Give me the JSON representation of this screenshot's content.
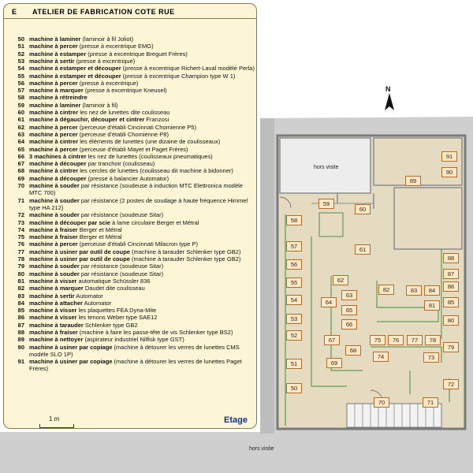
{
  "legend": {
    "header_letter": "E",
    "title": "ATELIER DE FABRICATION COTE RUE",
    "scale": "1 m",
    "floor_label": "Etage",
    "items": [
      {
        "num": "50",
        "bold": "machine à laminer",
        "rest": " (laminoir à fil Joliot)"
      },
      {
        "num": "51",
        "bold": "machine à percer",
        "rest": " (presse à excentrique EMG)"
      },
      {
        "num": "52",
        "bold": "machine à estamper",
        "rest": " (presse à excentrique Breguet Frères)"
      },
      {
        "num": "53",
        "bold": "machine à sertir",
        "rest": " (presse à excentrique)"
      },
      {
        "num": "54",
        "bold": "machine à estamper et découper",
        "rest": " (presse à excentrique Richert-Laval modèle Perla)"
      },
      {
        "num": "55",
        "bold": "machine à estamper et découper",
        "rest": " (presse à excentrique Champion type W 1)"
      },
      {
        "num": "56",
        "bold": "machine à percer",
        "rest": " (presse à excentrique)"
      },
      {
        "num": "57",
        "bold": "machine à marquer",
        "rest": " (presse à excentrique Kneusel)"
      },
      {
        "num": "58",
        "bold": "machine à rétreindre",
        "rest": ""
      },
      {
        "num": "59",
        "bold": "machine à laminer",
        "rest": " (laminoir à fil)"
      },
      {
        "num": "60",
        "bold": "machine à cintrer",
        "rest": " les nez de lunettes dite coulisseau"
      },
      {
        "num": "61",
        "bold": "machine à dégauchir, découper et cintrer",
        "rest": " Franzosi"
      },
      {
        "num": "62",
        "bold": "machine à percer",
        "rest": " (perceuse d'établi Cincinnati Chomienne P5)"
      },
      {
        "num": "63",
        "bold": "machine à percer",
        "rest": " (perceuse d'établi Chomienne P8)"
      },
      {
        "num": "64",
        "bold": "machine à cintrer",
        "rest": " les éléments de lunettes (une dizaine de coulisseaux)"
      },
      {
        "num": "65",
        "bold": "machine à percer",
        "rest": " (perceuse d'établi Mayet et Paget Frères)"
      },
      {
        "num": "66",
        "bold": "3 machines à cintrer",
        "rest": " les nez de lunettes (coulisseaux pneumatiques)"
      },
      {
        "num": "67",
        "bold": "machine à découper",
        "rest": " par tranchoir (coulisseau)"
      },
      {
        "num": "68",
        "bold": "machine à cintrer",
        "rest": " les cercles de lunettes (coulisseau dit machine à bidonner)"
      },
      {
        "num": "69",
        "bold": "machine à découper",
        "rest": " (presse à balancier Automator)"
      },
      {
        "num": "70",
        "bold": "machine à souder",
        "rest": " par résistance (soudeuse à induction MTC Elettronica modèle MTC 700)",
        "two": true
      },
      {
        "num": "71",
        "bold": "machine à souder",
        "rest": " par résistance (2 postes de soudage à haute fréquence Himmel type HA 212)",
        "two": true
      },
      {
        "num": "72",
        "bold": "machine à souder",
        "rest": " par résistance (soudeuse Sitar)"
      },
      {
        "num": "73",
        "bold": "machine à découper par scie",
        "rest": " à lame circulaire Berger et Métral"
      },
      {
        "num": "74",
        "bold": "machine à fraiser",
        "rest": " Berger et Métral"
      },
      {
        "num": "75",
        "bold": "machine à fraiser",
        "rest": " Berger et Métral"
      },
      {
        "num": "76",
        "bold": "machine à percer",
        "rest": " (perceuse d'établi Cincinnati Milacron type P)"
      },
      {
        "num": "77",
        "bold": "machine à usiner par outil de coupe",
        "rest": " (machine à tarauder Schlenker type GB2)"
      },
      {
        "num": "78",
        "bold": "machine à usiner par outil de coupe",
        "rest": " (machine à tarauder Schlenker type GB2)"
      },
      {
        "num": "79",
        "bold": "machine à souder",
        "rest": " par résistance (soudeuse Sitar)"
      },
      {
        "num": "80",
        "bold": "machine à souder",
        "rest": " par résistance (soudeuse Sitar)"
      },
      {
        "num": "81",
        "bold": "machine à visser",
        "rest": " automatique Schüssler 836"
      },
      {
        "num": "82",
        "bold": "machine à marquer",
        "rest": " Daudet dite coulisseau"
      },
      {
        "num": "83",
        "bold": "machine à sertir",
        "rest": " Automator"
      },
      {
        "num": "84",
        "bold": "machine à attacher",
        "rest": " Automator"
      },
      {
        "num": "85",
        "bold": "machine à visser",
        "rest": " les plaquettes FEA Dyna-Mite"
      },
      {
        "num": "86",
        "bold": "machine à visser",
        "rest": " les tenons Weber type SAE12"
      },
      {
        "num": "87",
        "bold": "machine à tarauder",
        "rest": " Schlenker type GB2"
      },
      {
        "num": "88",
        "bold": "machine à fraiser",
        "rest": " (machine à faire les passe-tête de vis Schlenker type BS2)"
      },
      {
        "num": "89",
        "bold": "machine à nettoyer",
        "rest": " (aspirateur industriel Nilfisk type GST)"
      },
      {
        "num": "90",
        "bold": "machine à usiner par copiage",
        "rest": " (machine à détourer les verres de lunettes CMS modèle SLO 1P)",
        "two": true
      },
      {
        "num": "91",
        "bold": "machine à usiner par copiage",
        "rest": " (machine à détourer les verres de lunettes Paget Frères)",
        "two": true
      }
    ]
  },
  "plan": {
    "label_top": "hors visite",
    "label_bottom": "hors visite",
    "north": "N",
    "machines": [
      "50",
      "51",
      "52",
      "53",
      "54",
      "55",
      "56",
      "57",
      "58",
      "59",
      "60",
      "61",
      "62",
      "63",
      "64",
      "65",
      "66",
      "67",
      "68",
      "69",
      "70",
      "71",
      "72",
      "73",
      "74",
      "75",
      "76",
      "77",
      "78",
      "79",
      "80",
      "81",
      "82",
      "83",
      "84",
      "85",
      "86",
      "87",
      "88",
      "89",
      "90",
      "91"
    ]
  },
  "colors": {
    "legend_bg": "#fcf6d6",
    "machine_fill": "#fde9c8",
    "machine_border": "#b56a2a",
    "floor": "#e6dcc0",
    "wall": "#888888",
    "outside": "#c9c9c9",
    "accent": "#1c2f85"
  }
}
